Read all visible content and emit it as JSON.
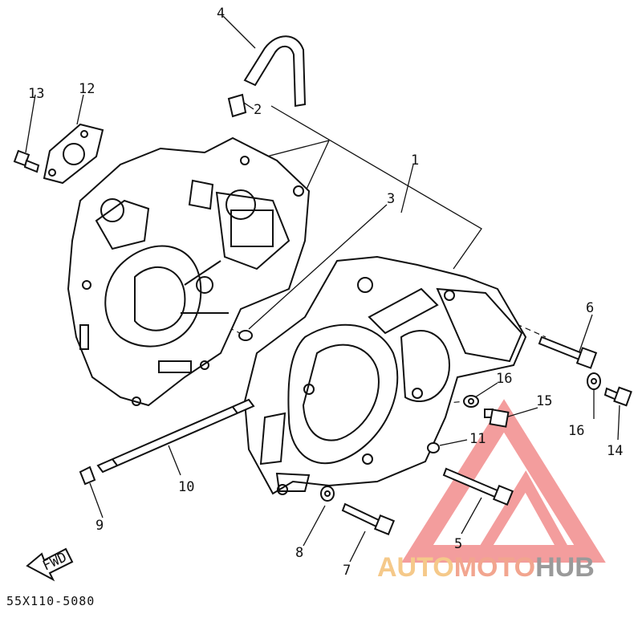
{
  "diagram": {
    "callouts": [
      {
        "id": "c1",
        "text": "1"
      },
      {
        "id": "c2",
        "text": "2"
      },
      {
        "id": "c3",
        "text": "3"
      },
      {
        "id": "c4",
        "text": "4"
      },
      {
        "id": "c5",
        "text": "5"
      },
      {
        "id": "c6",
        "text": "6"
      },
      {
        "id": "c7",
        "text": "7"
      },
      {
        "id": "c8",
        "text": "8"
      },
      {
        "id": "c9",
        "text": "9"
      },
      {
        "id": "c10",
        "text": "10"
      },
      {
        "id": "c11",
        "text": "11"
      },
      {
        "id": "c12",
        "text": "12"
      },
      {
        "id": "c13",
        "text": "13"
      },
      {
        "id": "c14",
        "text": "14"
      },
      {
        "id": "c15",
        "text": "15"
      },
      {
        "id": "c16a",
        "text": "16"
      },
      {
        "id": "c16b",
        "text": "16"
      }
    ],
    "fwd_label": "FWD",
    "drawing_code": "55X110-5080"
  },
  "watermark": {
    "word_a": "AUTO",
    "word_b": "MOTO",
    "word_c": "HUB",
    "color_a": "#f5c98a",
    "color_b": "#f2a58f",
    "color_c": "#9a9a9a",
    "triangle_color": "#f28c8c"
  }
}
